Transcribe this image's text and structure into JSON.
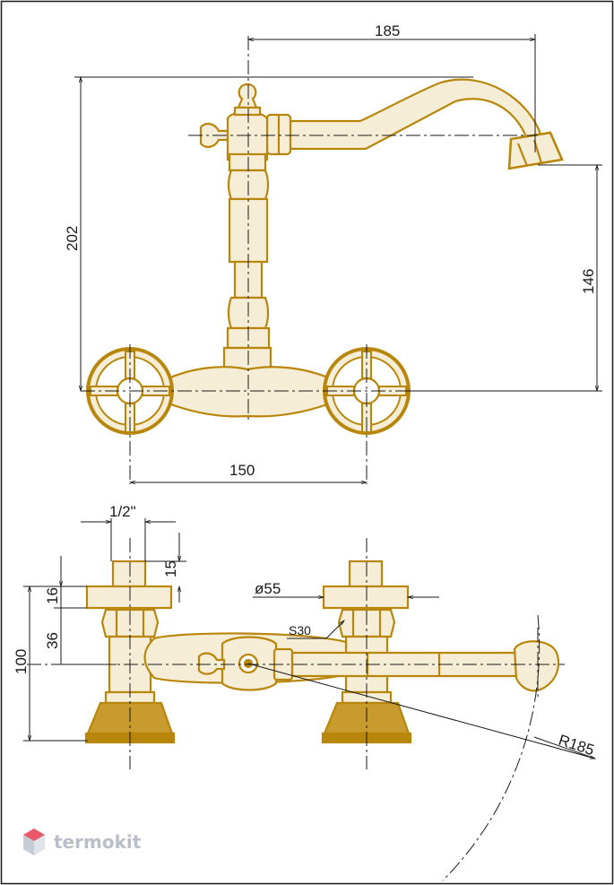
{
  "dimensions": {
    "spout_reach": "185",
    "total_height": "202",
    "spout_height": "146",
    "center_distance": "150",
    "thread": "1/2\"",
    "thread_length": "15",
    "flange_height": "16",
    "nut_height": "36",
    "side_height": "100",
    "flange_diameter": "ø55",
    "wrench_size": "S30",
    "swivel_radius": "R185"
  },
  "watermark": {
    "brand": "termokit"
  },
  "colors": {
    "metal": "#b8860b",
    "metal_fill": "#f6edd6",
    "line": "#1a1a1a",
    "watermark": "#b9bfc8",
    "watermark_accent": "#e85a6a"
  }
}
